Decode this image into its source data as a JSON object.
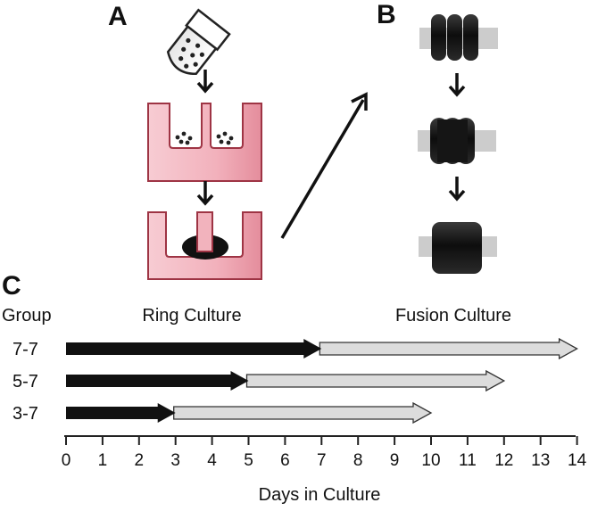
{
  "panels": {
    "a": {
      "letter": "A"
    },
    "b": {
      "letter": "B"
    },
    "c": {
      "letter": "C"
    }
  },
  "timeline": {
    "group_header": "Group",
    "phase1_label": "Ring Culture",
    "phase2_label": "Fusion Culture",
    "axis_label": "Days in Culture",
    "groups": [
      {
        "label": "7-7",
        "ring_end": 7,
        "fusion_end": 14
      },
      {
        "label": "5-7",
        "ring_end": 5,
        "fusion_end": 12
      },
      {
        "label": "3-7",
        "ring_end": 3,
        "fusion_end": 10
      }
    ],
    "days": [
      "0",
      "1",
      "2",
      "3",
      "4",
      "5",
      "6",
      "7",
      "8",
      "9",
      "10",
      "11",
      "12",
      "13",
      "14"
    ]
  },
  "colors": {
    "mold_fill": "#f2b5bf",
    "mold_stroke": "#9e3444",
    "ring_fill": "#1a1a1a",
    "ring_culture_arrow": "#111111",
    "fusion_culture_arrow": "#dcdcdc",
    "post": "#cccccc"
  }
}
